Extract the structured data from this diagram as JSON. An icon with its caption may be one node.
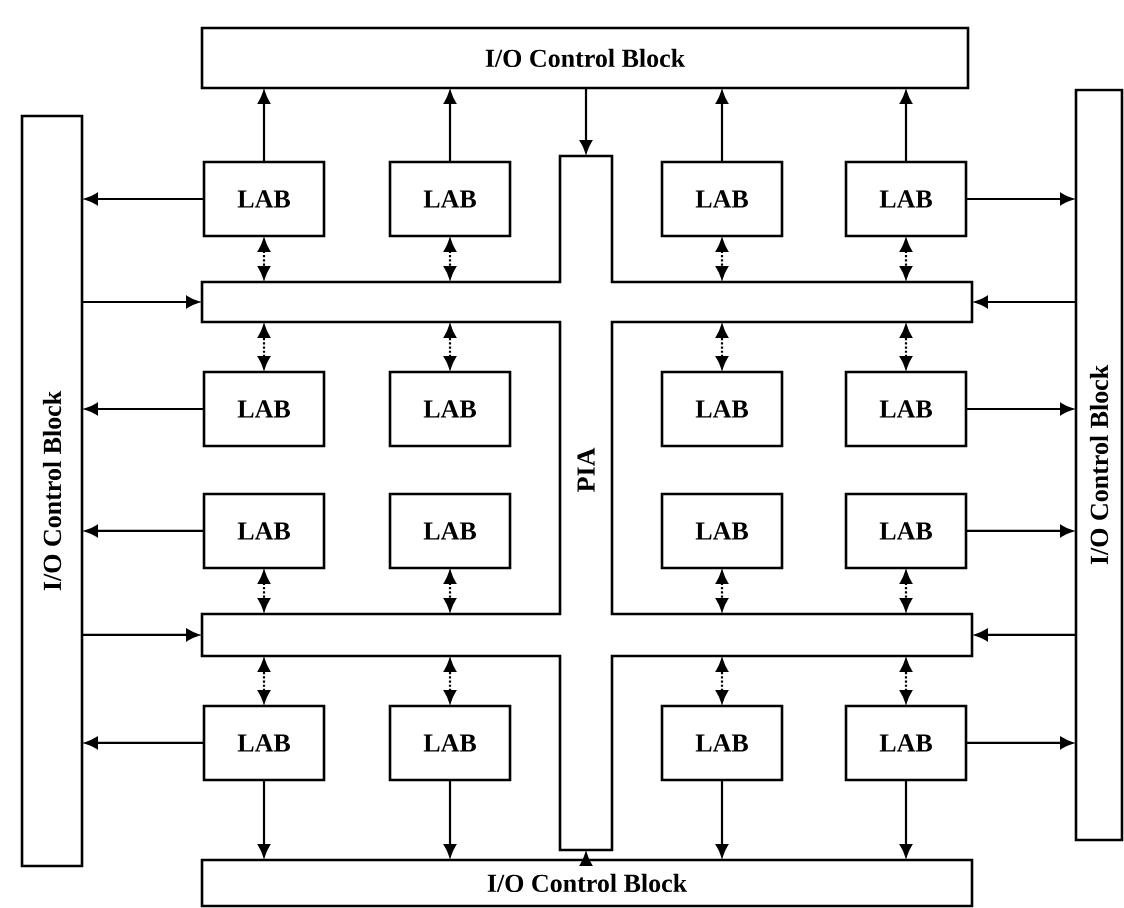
{
  "diagram": {
    "nodes": [
      {
        "text": [
          "I/O Control Block"
        ]
      },
      {
        "text": [
          "I/O Control Block"
        ]
      },
      {
        "text": [
          "PIA"
        ]
      },
      {
        "text": [
          "I/O Control Block"
        ]
      },
      {
        "text": [
          "LAB"
        ]
      },
      {
        "text": [
          "LAB"
        ]
      },
      {
        "text": [
          "LAB"
        ]
      },
      {
        "text": [
          "LAB"
        ]
      },
      {
        "text": [
          "LAB"
        ]
      },
      {
        "text": [
          "LAB"
        ]
      },
      {
        "text": [
          "LAB"
        ]
      },
      {
        "text": [
          "LAB"
        ]
      },
      {
        "text": [
          "LAB"
        ]
      },
      {
        "text": [
          "LAB"
        ]
      },
      {
        "text": [
          "LAB"
        ]
      },
      {
        "text": [
          "LAB"
        ]
      },
      {
        "text": [
          "LAB"
        ]
      },
      {
        "text": [
          "LAB"
        ]
      },
      {
        "text": [
          "LAB"
        ]
      },
      {
        "text": [
          "LAB"
        ]
      },
      {
        "text": [
          "I/O Control Block"
        ]
      }
    ],
    "edges": [
      {
        "from": 4,
        "to": 0,
        "arrow": "to"
      },
      {
        "from": 5,
        "to": 0,
        "arrow": "to"
      },
      {
        "from": 6,
        "to": 0,
        "arrow": "to"
      },
      {
        "from": 7,
        "to": 0,
        "arrow": "to"
      },
      {
        "from": 0,
        "to": 2,
        "arrow": "to"
      },
      {
        "from": 4,
        "to": 1,
        "arrow": "to"
      },
      {
        "from": 8,
        "to": 1,
        "arrow": "to"
      },
      {
        "from": 12,
        "to": 1,
        "arrow": "to"
      },
      {
        "from": 16,
        "to": 1,
        "arrow": "to"
      },
      {
        "from": 7,
        "to": 3,
        "arrow": "to"
      },
      {
        "from": 11,
        "to": 3,
        "arrow": "to"
      },
      {
        "from": 15,
        "to": 3,
        "arrow": "to"
      },
      {
        "from": 19,
        "to": 3,
        "arrow": "to"
      },
      {
        "from": 1,
        "to": 2,
        "arrow": "to"
      },
      {
        "from": 1,
        "to": 2,
        "arrow": "to"
      },
      {
        "from": 3,
        "to": 2,
        "arrow": "to"
      },
      {
        "from": 3,
        "to": 2,
        "arrow": "to"
      },
      {
        "from": 4,
        "to": 2,
        "arrow": "both",
        "style": "dashed"
      },
      {
        "from": 5,
        "to": 2,
        "arrow": "both",
        "style": "dashed"
      },
      {
        "from": 6,
        "to": 2,
        "arrow": "both",
        "style": "dashed"
      },
      {
        "from": 7,
        "to": 2,
        "arrow": "both",
        "style": "dashed"
      },
      {
        "from": 8,
        "to": 2,
        "arrow": "both",
        "style": "dashed"
      },
      {
        "from": 9,
        "to": 2,
        "arrow": "both",
        "style": "dashed"
      },
      {
        "from": 10,
        "to": 2,
        "arrow": "both",
        "style": "dashed"
      },
      {
        "from": 11,
        "to": 2,
        "arrow": "both",
        "style": "dashed"
      },
      {
        "from": 12,
        "to": 2,
        "arrow": "both",
        "style": "dashed"
      },
      {
        "from": 13,
        "to": 2,
        "arrow": "both",
        "style": "dashed"
      },
      {
        "from": 14,
        "to": 2,
        "arrow": "both",
        "style": "dashed"
      },
      {
        "from": 15,
        "to": 2,
        "arrow": "both",
        "style": "dashed"
      },
      {
        "from": 16,
        "to": 2,
        "arrow": "both",
        "style": "dashed"
      },
      {
        "from": 17,
        "to": 2,
        "arrow": "both",
        "style": "dashed"
      },
      {
        "from": 18,
        "to": 2,
        "arrow": "both",
        "style": "dashed"
      },
      {
        "from": 19,
        "to": 2,
        "arrow": "both",
        "style": "dashed"
      },
      {
        "from": 16,
        "to": 20,
        "arrow": "to"
      },
      {
        "from": 17,
        "to": 20,
        "arrow": "to"
      },
      {
        "from": 18,
        "to": 20,
        "arrow": "to"
      },
      {
        "from": 19,
        "to": 20,
        "arrow": "to"
      },
      {
        "from": 20,
        "to": 2,
        "arrow": "to"
      }
    ]
  }
}
